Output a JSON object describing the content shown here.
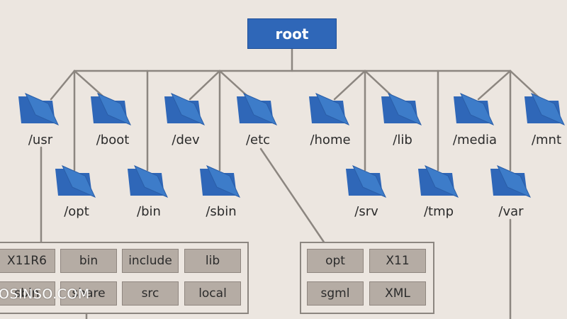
{
  "root": {
    "label": "root"
  },
  "folders": {
    "usr": "/usr",
    "boot": "/boot",
    "dev": "/dev",
    "etc": "/etc",
    "home": "/home",
    "lib": "/lib",
    "media": "/media",
    "mnt": "/mnt",
    "opt": "/opt",
    "bin": "/bin",
    "sbin": "/sbin",
    "srv": "/srv",
    "tmp": "/tmp",
    "var": "/var"
  },
  "usr_panel": {
    "items": [
      "X11R6",
      "bin",
      "include",
      "lib",
      "sbin",
      "share",
      "src",
      "local"
    ]
  },
  "etc_panel": {
    "items": [
      "opt",
      "X11",
      "sgml",
      "XML"
    ]
  },
  "watermark": "OSINSO.COM",
  "colors": {
    "background": "#ece6e0",
    "root_box": "#2f67b8",
    "folder": "#3d7cc9",
    "cell": "#b5aca4",
    "line": "#8c8680"
  }
}
